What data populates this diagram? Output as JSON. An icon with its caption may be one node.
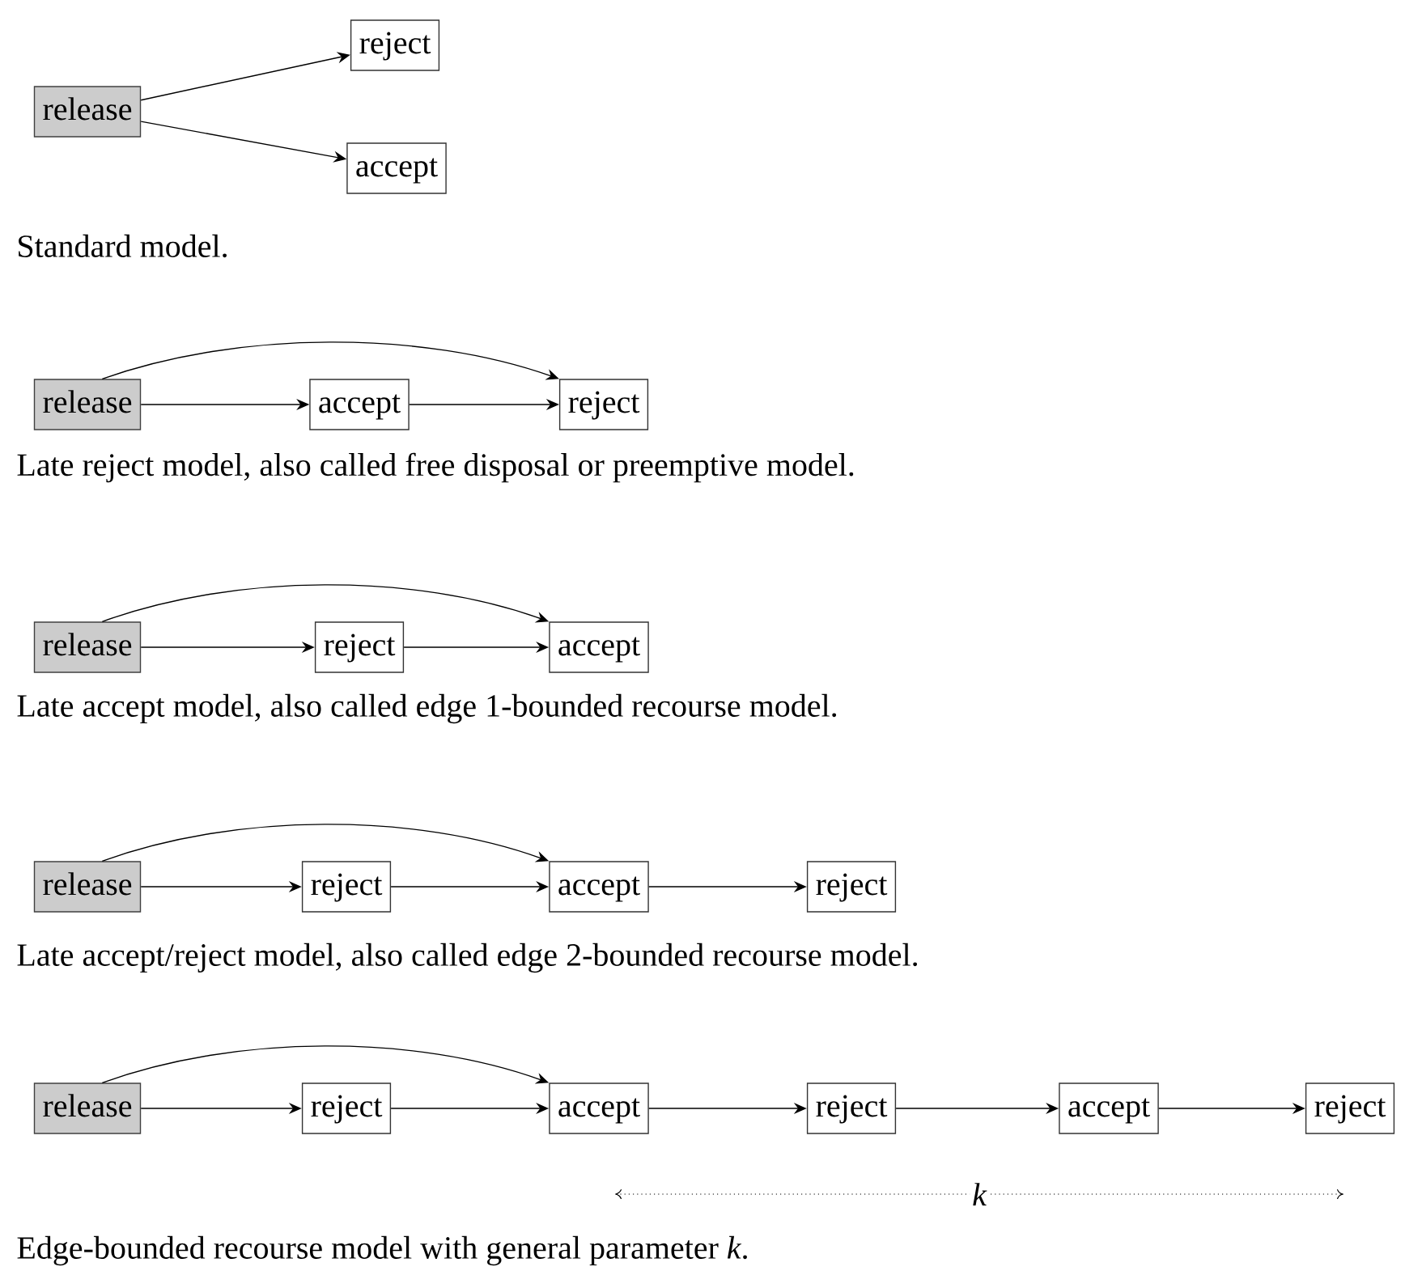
{
  "diagram": {
    "nodes": [
      {
        "text": [
          "release"
        ]
      },
      {
        "text": [
          "reject"
        ]
      },
      {
        "text": [
          "accept"
        ]
      },
      {
        "text": [
          "release"
        ]
      },
      {
        "text": [
          "accept"
        ]
      },
      {
        "text": [
          "reject"
        ]
      },
      {
        "text": [
          "release"
        ]
      },
      {
        "text": [
          "reject"
        ]
      },
      {
        "text": [
          "accept"
        ]
      },
      {
        "text": [
          "release"
        ]
      },
      {
        "text": [
          "reject"
        ]
      },
      {
        "text": [
          "accept"
        ]
      },
      {
        "text": [
          "reject"
        ]
      },
      {
        "text": [
          "release"
        ]
      },
      {
        "text": [
          "reject"
        ]
      },
      {
        "text": [
          "accept"
        ]
      },
      {
        "text": [
          "reject"
        ]
      },
      {
        "text": [
          "accept"
        ]
      },
      {
        "text": [
          "reject"
        ]
      }
    ],
    "edges": [
      {
        "from": 0,
        "to": 1,
        "arrow": "to"
      },
      {
        "from": 0,
        "to": 2,
        "arrow": "to"
      },
      {
        "from": 3,
        "to": 5,
        "arrow": "to"
      },
      {
        "from": 3,
        "to": 4,
        "arrow": "to"
      },
      {
        "from": 4,
        "to": 5,
        "arrow": "to"
      },
      {
        "from": 6,
        "to": 8,
        "arrow": "to"
      },
      {
        "from": 6,
        "to": 7,
        "arrow": "to"
      },
      {
        "from": 7,
        "to": 8,
        "arrow": "to"
      },
      {
        "from": 9,
        "to": 11,
        "arrow": "to"
      },
      {
        "from": 9,
        "to": 10,
        "arrow": "to"
      },
      {
        "from": 10,
        "to": 11,
        "arrow": "to"
      },
      {
        "from": 11,
        "to": 12,
        "arrow": "to"
      },
      {
        "from": 13,
        "to": 15,
        "arrow": "to"
      },
      {
        "from": 13,
        "to": 14,
        "arrow": "to"
      },
      {
        "from": 14,
        "to": 15,
        "arrow": "to"
      },
      {
        "from": 15,
        "to": 16,
        "arrow": "to"
      },
      {
        "from": 16,
        "to": 17,
        "arrow": "to"
      },
      {
        "from": 17,
        "to": 18,
        "arrow": "to"
      }
    ],
    "labels": [
      "Standard model.",
      "Late reject model, also called free disposal or preemptive model.",
      "Late accept model, also called edge 1-bounded recourse model.",
      "Late accept/reject model, also called edge 2-bounded recourse model.",
      "k",
      "Edge-bounded recourse model with general parameter *k*."
    ]
  }
}
